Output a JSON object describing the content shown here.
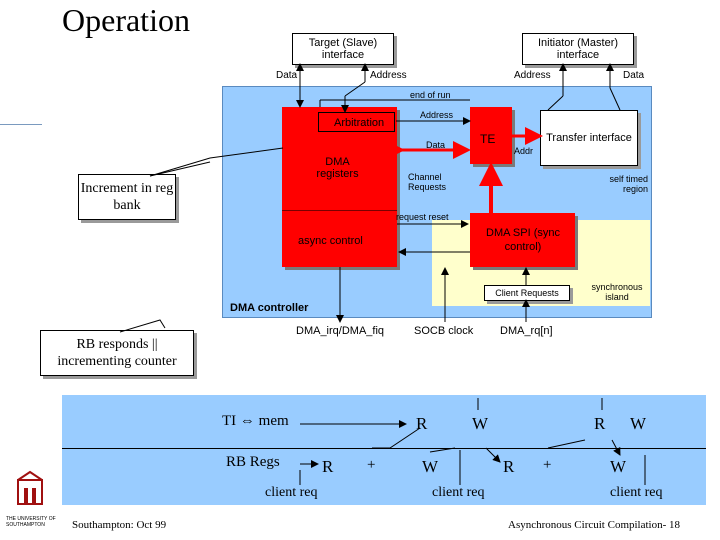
{
  "slide": {
    "title": "Operation",
    "footer_left": "Southampton: Oct 99",
    "footer_right": "Asynchronous Circuit Compilation- 18",
    "logo_text": "THE UNIVERSITY OF SOUTHAMPTON"
  },
  "interfaces": {
    "target": "Target (Slave) interface",
    "initiator": "Initiator (Master) interface",
    "data_left": "Data",
    "address_left": "Address",
    "address_right": "Address",
    "data_right": "Data"
  },
  "controller": {
    "label": "DMA controller",
    "end_of_run": "end of run",
    "arbitration": "Arbitration",
    "address_internal": "Address",
    "te": "TE",
    "transfer_interface": "Transfer interface",
    "data_internal": "Data",
    "addr": "Addr",
    "dma_registers": "DMA registers",
    "channel_requests": "Channel Requests",
    "self_timed_region": "self timed region",
    "request_reset": "request reset",
    "async_control": "async control",
    "dma_spi": "DMA SPI (sync control)",
    "client_requests": "Client Requests",
    "synchronous_island": "synchronous island"
  },
  "outputs": {
    "irq": "DMA_irq/DMA_fiq",
    "socb_clock": "SOCB clock",
    "dma_rq": "DMA_rq[n]"
  },
  "callouts": {
    "increment": "Increment in reg bank",
    "rb_responds": "RB responds || incrementing counter"
  },
  "timing": {
    "ti_mem": "TI ⇔ mem",
    "rb_regs": "RB Regs",
    "r1": "R",
    "w1": "W",
    "r2": "R",
    "w2": "W",
    "r3": "R",
    "plus1": "+",
    "w3": "W",
    "r4": "R",
    "plus2": "+",
    "w4": "W",
    "client_req_1": "client req",
    "client_req_2": "client req",
    "client_req_3": "client req"
  },
  "colors": {
    "controller_bg": "#99ccff",
    "red_block": "#ff0000",
    "island_bg": "#ffffcc",
    "timing_bg": "#99ccff"
  }
}
